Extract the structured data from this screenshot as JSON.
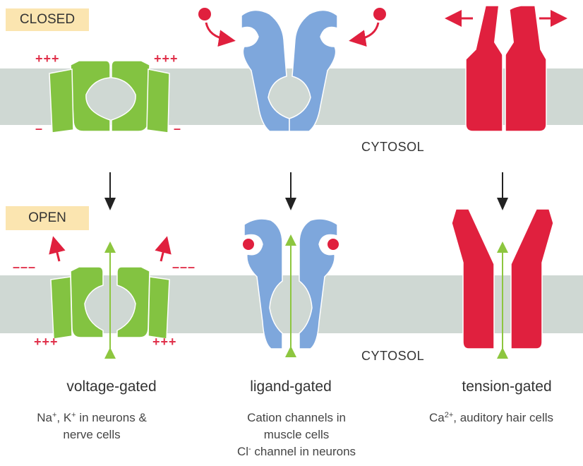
{
  "states": {
    "closed": "CLOSED",
    "open": "OPEN"
  },
  "cytosol_label": "CYTOSOL",
  "charges": {
    "plus": "+++",
    "minus_single": "–",
    "minus_triple": "–––"
  },
  "channels": [
    {
      "name": "voltage-gated",
      "desc_lines": [
        "Na+, K+ in neurons &",
        "nerve cells"
      ]
    },
    {
      "name": "ligand-gated",
      "desc_lines": [
        "Cation channels in",
        "muscle cells",
        "Cl- channel in neurons"
      ]
    },
    {
      "name": "tension-gated",
      "desc_lines": [
        "Ca2+, auditory hair cells"
      ]
    }
  ],
  "colors": {
    "membrane": "#cfd8d3",
    "voltage": "#83c341",
    "ligand": "#7ea7dc",
    "tension": "#e0203e",
    "charge": "#e0304a",
    "flow_arrow": "#8dc63f",
    "tag_bg": "#fbe5b0"
  }
}
